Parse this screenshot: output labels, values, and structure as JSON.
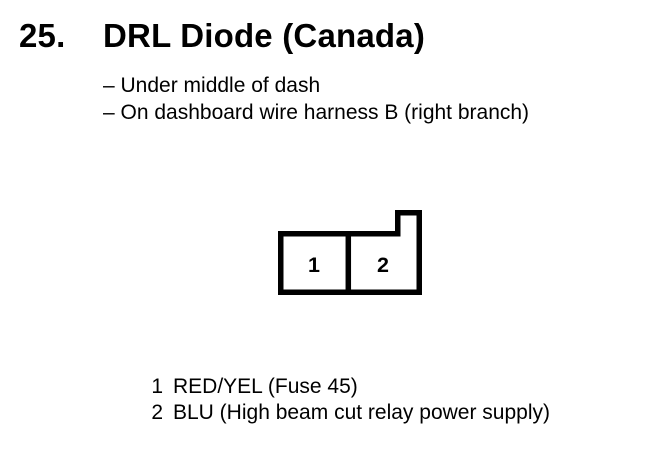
{
  "page": {
    "background_color": "#ffffff",
    "text_color": "#000000"
  },
  "section": {
    "number": "25.",
    "title": "DRL Diode (Canada)",
    "notes": [
      "– Under middle of dash",
      "– On dashboard wire harness B (right branch)"
    ]
  },
  "connector": {
    "type": "2-cavity connector with top-right lock tab, rear view",
    "stroke_color": "#000000",
    "fill_color": "#ffffff",
    "cavities": [
      {
        "label": "1"
      },
      {
        "label": "2"
      }
    ]
  },
  "legend": [
    {
      "pin": "1",
      "description": "RED/YEL (Fuse 45)"
    },
    {
      "pin": "2",
      "description": "BLU (High beam cut relay power supply)"
    }
  ]
}
